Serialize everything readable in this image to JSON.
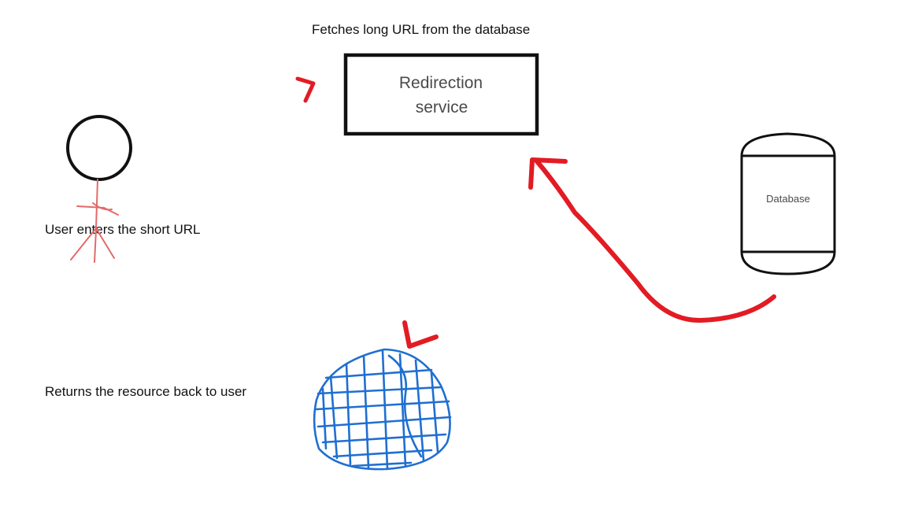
{
  "captions": {
    "top": "Fetches long URL from the database",
    "user": "User enters the short URL",
    "returns": "Returns the resource back to user"
  },
  "redirection_service": {
    "line1": "Redirection",
    "line2": "service"
  },
  "database": {
    "label": "Database"
  },
  "colors": {
    "ink": "#111111",
    "stroke_red": "#e31b23",
    "stick_figure": "#e36a6a",
    "globe_blue": "#1f6fd1"
  },
  "icons": [
    "stick-figure-icon",
    "globe-icon",
    "arrow-icon",
    "database-cylinder-icon"
  ]
}
